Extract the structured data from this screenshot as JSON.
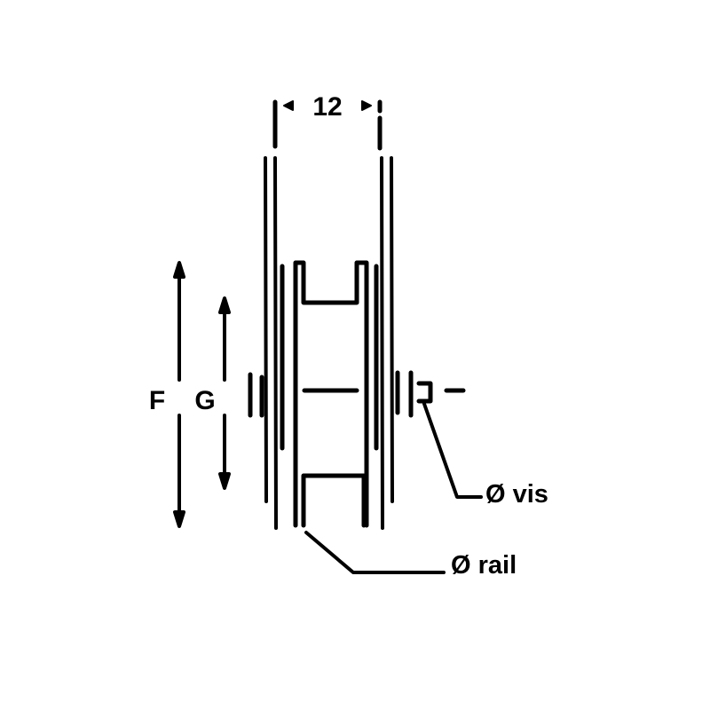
{
  "diagram": {
    "width_dimension": "12",
    "outer_diameter_label": "F",
    "inner_diameter_label": "G",
    "screw_label": "Ø vis",
    "rail_label": "Ø rail",
    "line_color": "#000000",
    "background_color": "#ffffff"
  }
}
